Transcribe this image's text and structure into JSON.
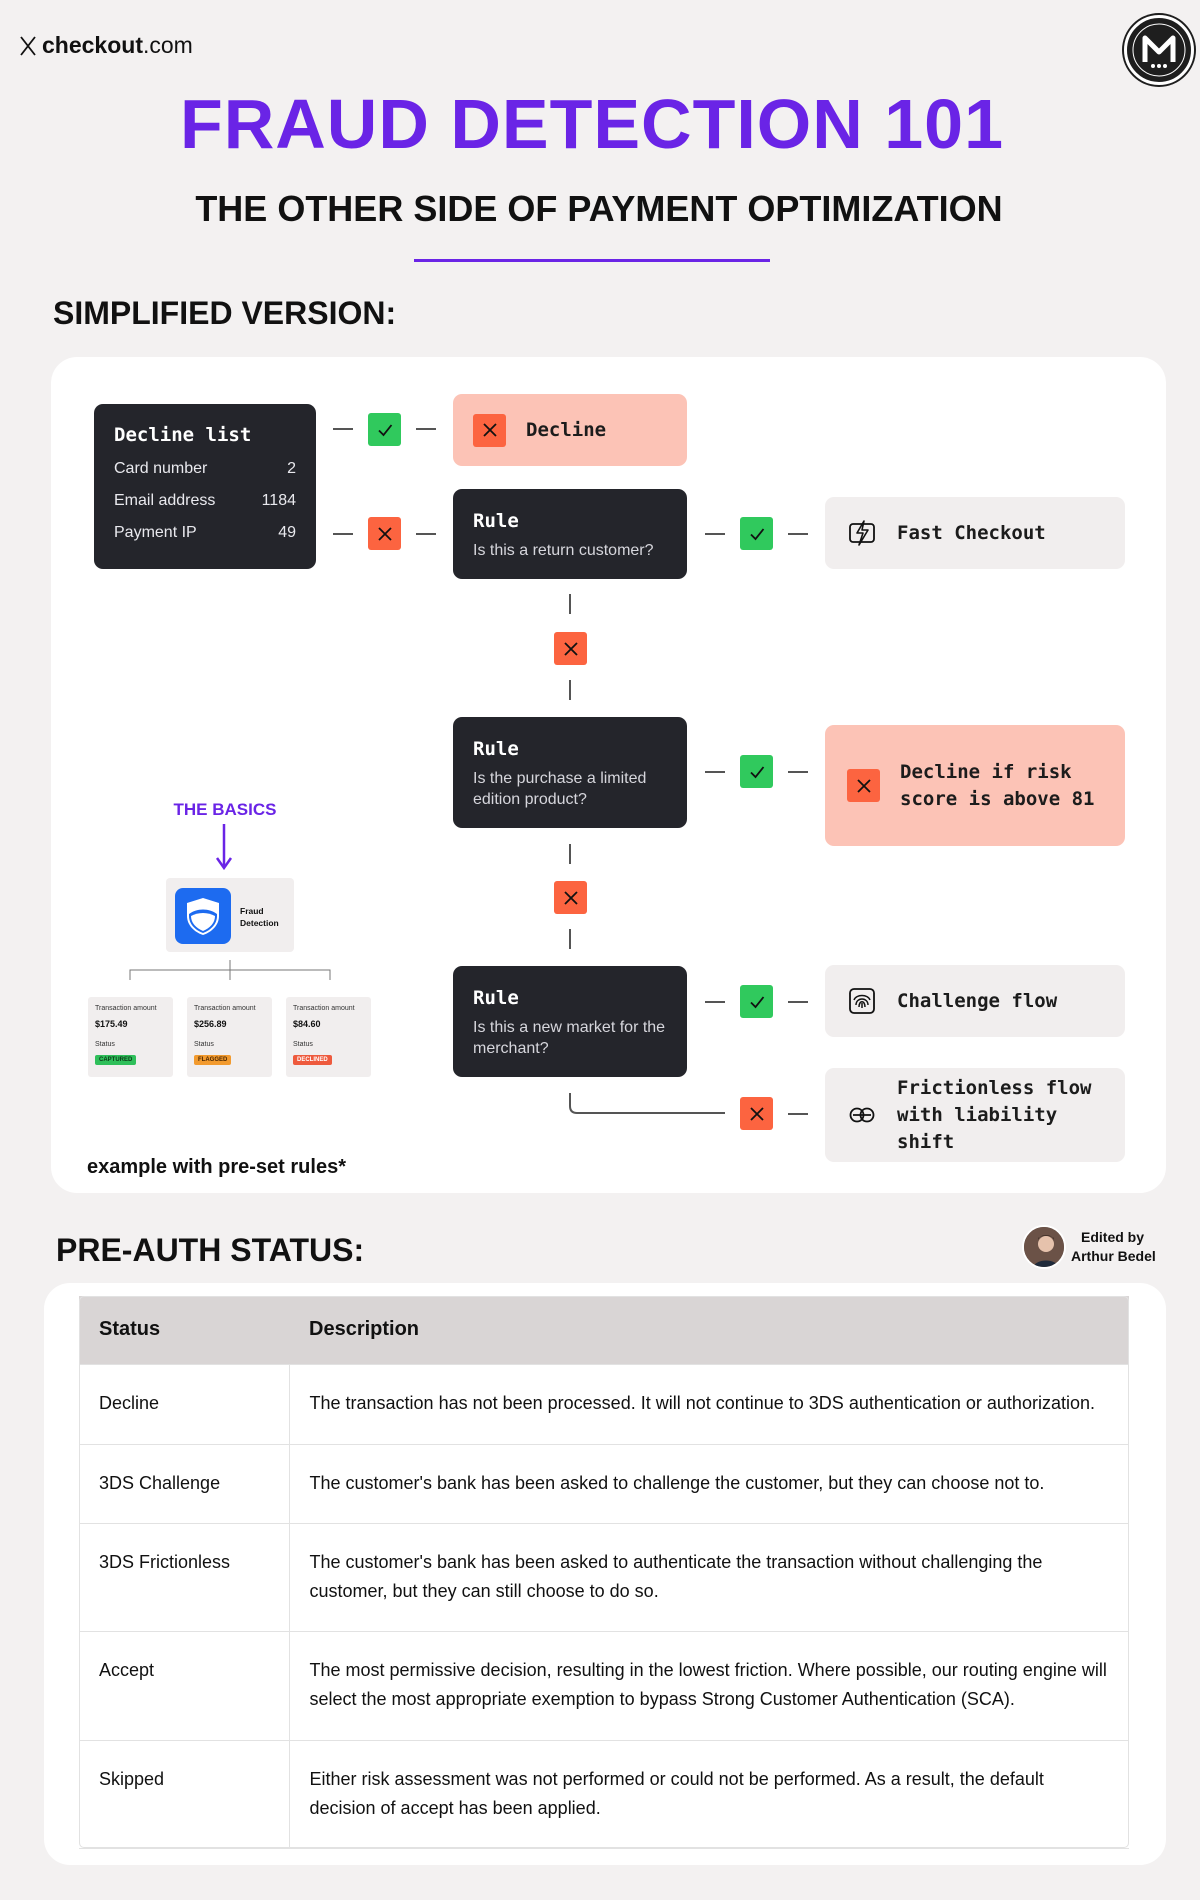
{
  "brand": {
    "bold": "checkout",
    "tail": ".com"
  },
  "header": {
    "title": "FRAUD DETECTION 101",
    "subtitle": "THE OTHER SIDE OF PAYMENT OPTIMIZATION"
  },
  "simplified": {
    "heading": "SIMPLIFIED VERSION:",
    "decline_list": {
      "title": "Decline list",
      "rows": [
        {
          "label": "Card number",
          "value": "2"
        },
        {
          "label": "Email address",
          "value": "1184"
        },
        {
          "label": "Payment IP",
          "value": "49"
        }
      ]
    },
    "rules": [
      {
        "title": "Rule",
        "question": "Is this a return customer?"
      },
      {
        "title": "Rule",
        "question": "Is the purchase a limited edition product?"
      },
      {
        "title": "Rule",
        "question": "Is this a new market for the merchant?"
      }
    ],
    "outcomes": {
      "decline": "Decline",
      "fast_checkout": "Fast Checkout",
      "decline_risk": "Decline if risk score is above 81",
      "challenge": "Challenge flow",
      "frictionless": "Frictionless flow with liability shift"
    },
    "basics": {
      "label": "THE BASICS",
      "product": "Fraud Detection",
      "transactions": [
        {
          "label": "Transaction amount",
          "amount": "$175.49",
          "status_label": "Status",
          "status": "CAPTURED",
          "color": "#2fbf5a"
        },
        {
          "label": "Transaction amount",
          "amount": "$256.89",
          "status_label": "Status",
          "status": "FLAGGED",
          "color": "#f29a2e"
        },
        {
          "label": "Transaction amount",
          "amount": "$84.60",
          "status_label": "Status",
          "status": "DECLINED",
          "color": "#ee5a3d"
        }
      ]
    },
    "note": "example with pre-set rules*"
  },
  "preauth": {
    "heading": "PRE-AUTH STATUS:",
    "editor": {
      "line1": "Edited by",
      "line2": "Arthur Bedel"
    },
    "columns": [
      "Status",
      "Description"
    ],
    "rows": [
      {
        "status": "Decline",
        "description": "The transaction has not been processed. It will not continue to 3DS authentication or authorization."
      },
      {
        "status": "3DS Challenge",
        "description": "The customer's bank has been asked to challenge the customer, but they can choose not to."
      },
      {
        "status": "3DS Frictionless",
        "description": "The customer's bank has been asked to authenticate the transaction without challenging the customer, but they can still choose to do so."
      },
      {
        "status": "Accept",
        "description": "The most permissive decision, resulting in the lowest friction. Where possible, our routing engine will select the most appropriate exemption to bypass Strong Customer Authentication (SCA)."
      },
      {
        "status": "Skipped",
        "description": "Either risk assessment was not performed or could not be performed. As a result, the default decision of accept has been applied."
      }
    ]
  },
  "colors": {
    "accent": "#6a24e6",
    "check_green": "#30c95d",
    "cross_red": "#fc6440",
    "pink": "#fcc3b6",
    "dark": "#24252b"
  },
  "icons": [
    "checkout-logo-icon",
    "seal-logo",
    "check-icon",
    "cross-icon",
    "lightning-icon",
    "fingerprint-icon",
    "link-icon",
    "shield-icon",
    "arrow-down-icon"
  ]
}
